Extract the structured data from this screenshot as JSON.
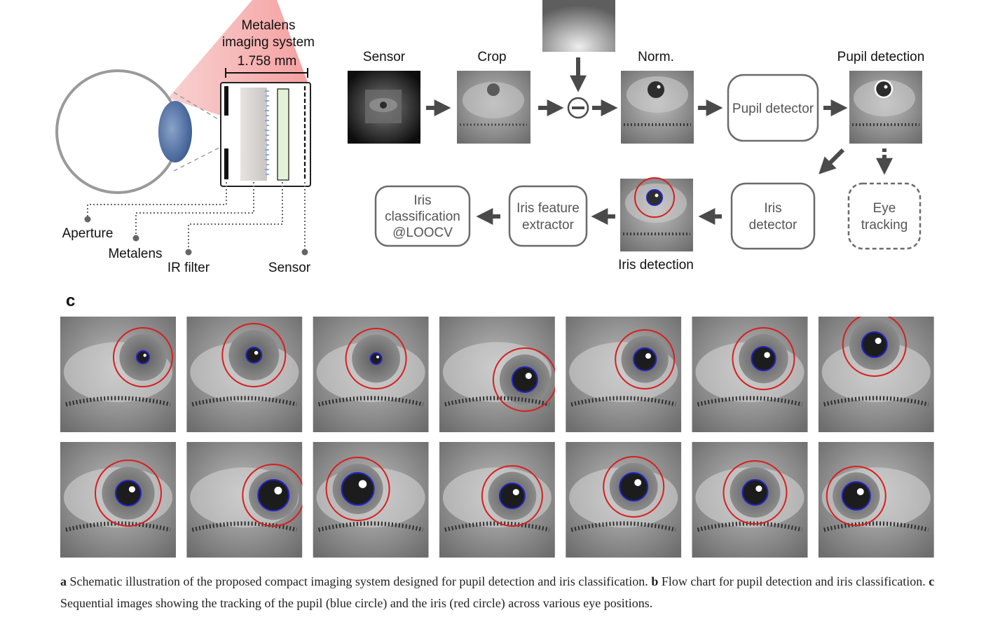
{
  "panel_a": {
    "system_title_line1": "Metalens",
    "system_title_line2": "imaging system",
    "dimension": "1.758 mm",
    "components": [
      "Aperture",
      "Metalens",
      "IR filter",
      "Sensor"
    ]
  },
  "panel_b": {
    "stages": {
      "sensor": "Sensor",
      "crop": "Crop",
      "norm": "Norm.",
      "pupil_detection": "Pupil detection",
      "iris_detection": "Iris detection"
    },
    "boxes": {
      "pupil_detector": "Pupil detector",
      "iris_detector": [
        "Iris",
        "detector"
      ],
      "eye_tracking": [
        "Eye",
        "tracking"
      ],
      "iris_feature_extractor": [
        "Iris feature",
        "extractor"
      ],
      "iris_classification": [
        "Iris",
        "classification",
        "@LOOCV"
      ]
    }
  },
  "panel_c": {
    "label": "c",
    "grid_rows": 2,
    "grid_cols": 7
  },
  "caption": {
    "a_label": "a",
    "a_text": " Schematic illustration of the proposed compact imaging system designed for pupil detection and iris classification. ",
    "b_label": "b",
    "b_text": " Flow chart for pupil detection and iris classification. ",
    "c_label": "c",
    "c_text": " Sequential images showing the tracking of the pupil (blue circle) and the iris (red circle) across various eye positions."
  },
  "colors": {
    "pupil_circle": "#2323c8",
    "iris_circle": "#d81e1e",
    "arrow": "#4a4a4a",
    "box_border": "#6a6a6a"
  }
}
